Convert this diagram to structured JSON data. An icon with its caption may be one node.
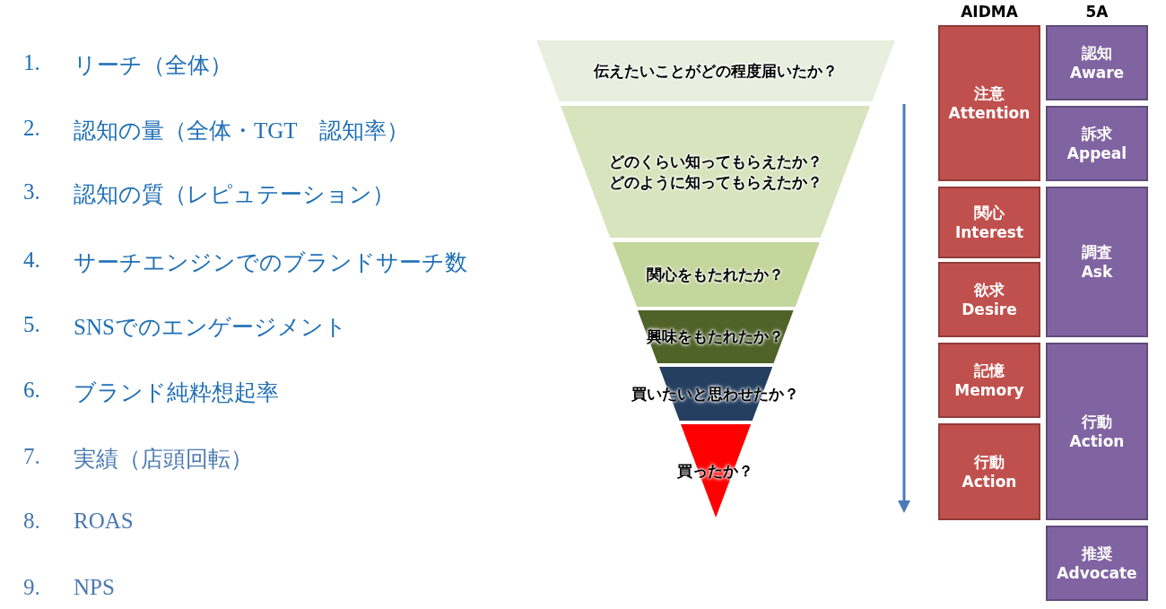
{
  "diagram": {
    "nodes": [
      {
        "text": [
          "伝えたいことがどの程度届いたか？"
        ]
      },
      {
        "text": [
          "どのくらい知ってもらえたか？",
          "どのように知ってもらえたか？"
        ]
      },
      {
        "text": [
          "関心をもたれたか？"
        ]
      },
      {
        "text": [
          "興味をもたれたか？"
        ]
      },
      {
        "text": [
          "買いたいと思わせたか？"
        ]
      },
      {
        "text": [
          "買ったか？"
        ]
      },
      {
        "text": [
          "注意",
          "Attention"
        ]
      },
      {
        "text": [
          "関心",
          "Interest"
        ]
      },
      {
        "text": [
          "欲求",
          "Desire"
        ]
      },
      {
        "text": [
          "記憶",
          "Memory"
        ]
      },
      {
        "text": [
          "行動",
          "Action"
        ]
      },
      {
        "text": [
          "認知",
          "Aware"
        ]
      },
      {
        "text": [
          "訴求",
          "Appeal"
        ]
      },
      {
        "text": [
          "調査",
          "Ask"
        ]
      },
      {
        "text": [
          "行動",
          "Action"
        ]
      },
      {
        "text": [
          "推奨",
          "Advocate"
        ]
      }
    ],
    "edges": [],
    "labels": [
      "1.",
      "リーチ（全体）",
      "2.",
      "認知の量（全体・TGT　認知率）",
      "3.",
      "認知の質（レピュテーション）",
      "4.",
      "サーチエンジンでのブランドサーチ数",
      "5.",
      "SNSでのエンゲージメント",
      "6.",
      "ブランド純粋想起率",
      "7.",
      "実績（店頭回転）",
      "8.",
      "ROAS",
      "9.",
      "NPS",
      "AIDMA",
      "5A"
    ]
  }
}
